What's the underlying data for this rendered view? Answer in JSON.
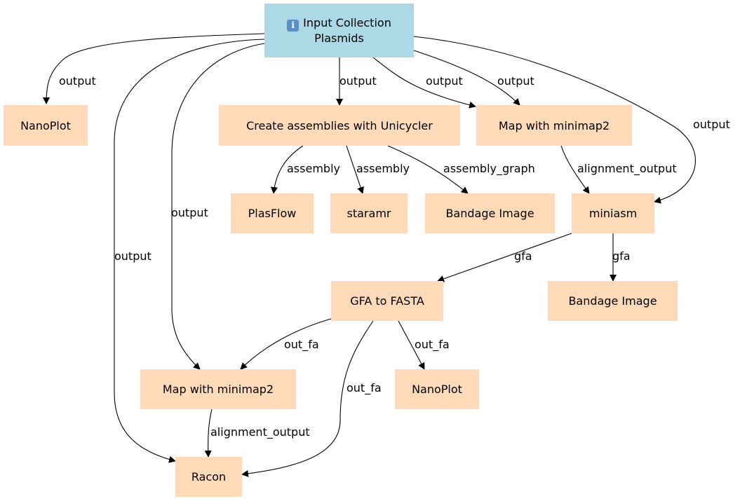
{
  "diagram": {
    "input_node": {
      "icon": "info-icon",
      "icon_glyph": "i",
      "title": "Input Collection",
      "subtitle": "Plasmids"
    },
    "nodes": {
      "nanoplot_top": "NanoPlot",
      "unicycler": "Create assemblies with Unicycler",
      "minimap2_top": "Map with minimap2",
      "plasflow": "PlasFlow",
      "staramr": "staramr",
      "bandage_1": "Bandage Image",
      "miniasm": "miniasm",
      "gfa_to_fasta": "GFA to FASTA",
      "bandage_2": "Bandage Image",
      "minimap2_bottom": "Map with minimap2",
      "nanoplot_bottom": "NanoPlot",
      "racon": "Racon"
    },
    "edge_labels": {
      "in_nanoplot": "output",
      "in_unicycler": "output",
      "in_minimap2_a": "output",
      "in_minimap2_b": "output",
      "in_miniasm": "output",
      "in_minimap2_bottom": "output",
      "in_racon": "output",
      "uni_plasflow": "assembly",
      "uni_staramr": "assembly",
      "uni_bandage": "assembly_graph",
      "mm2_miniasm": "alignment_output",
      "miniasm_gfa2fasta": "gfa",
      "miniasm_bandage": "gfa",
      "gfa_minimap2": "out_fa",
      "gfa_nanoplot": "out_fa",
      "gfa_racon": "out_fa",
      "mm2b_racon": "alignment_output"
    }
  }
}
